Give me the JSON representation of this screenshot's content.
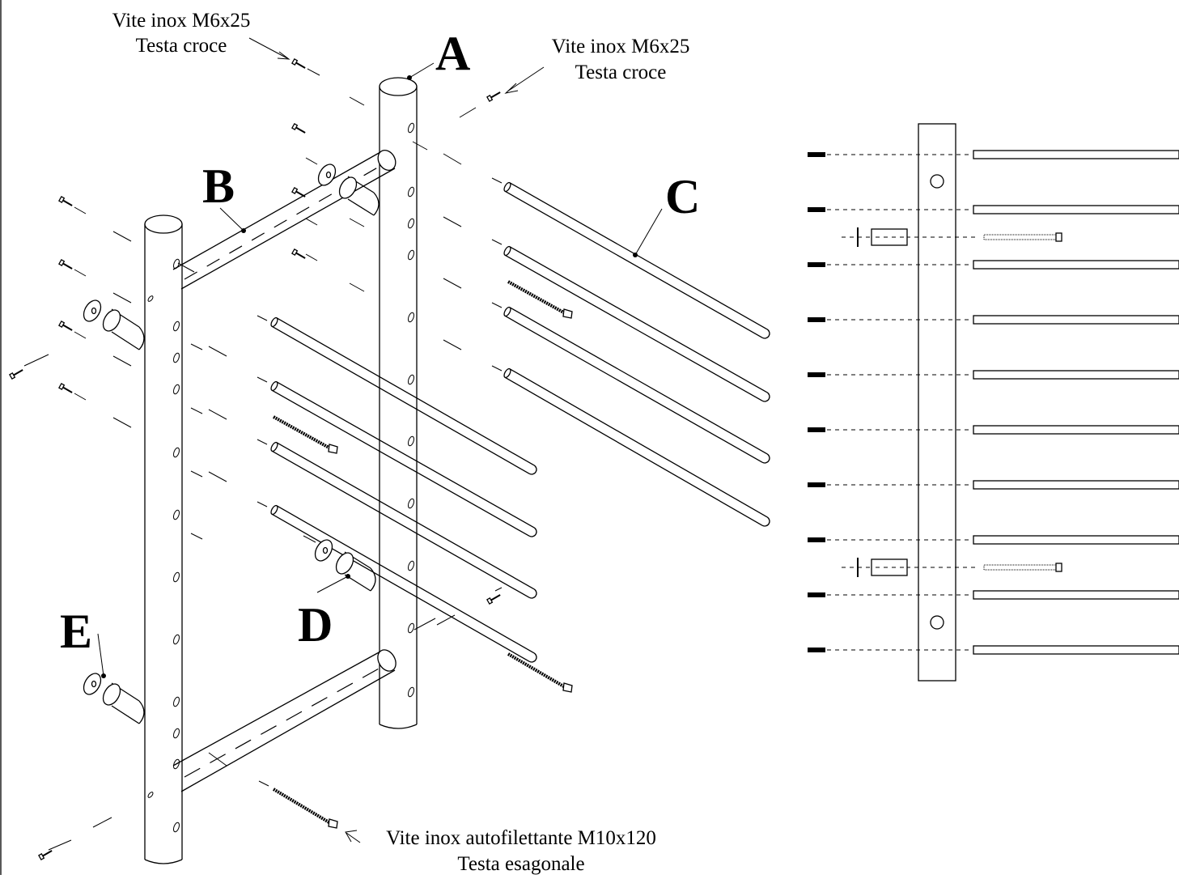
{
  "labels": {
    "screw_top_left_line1": "Vite inox M6x25",
    "screw_top_left_line2": "Testa croce",
    "screw_top_right_line1": "Vite inox M6x25",
    "screw_top_right_line2": "Testa croce",
    "screw_bottom_line1": "Vite inox autofilettante M10x120",
    "screw_bottom_line2": "Testa esagonale"
  },
  "parts": {
    "a": "A",
    "b": "B",
    "c": "C",
    "d": "D",
    "e": "E"
  }
}
